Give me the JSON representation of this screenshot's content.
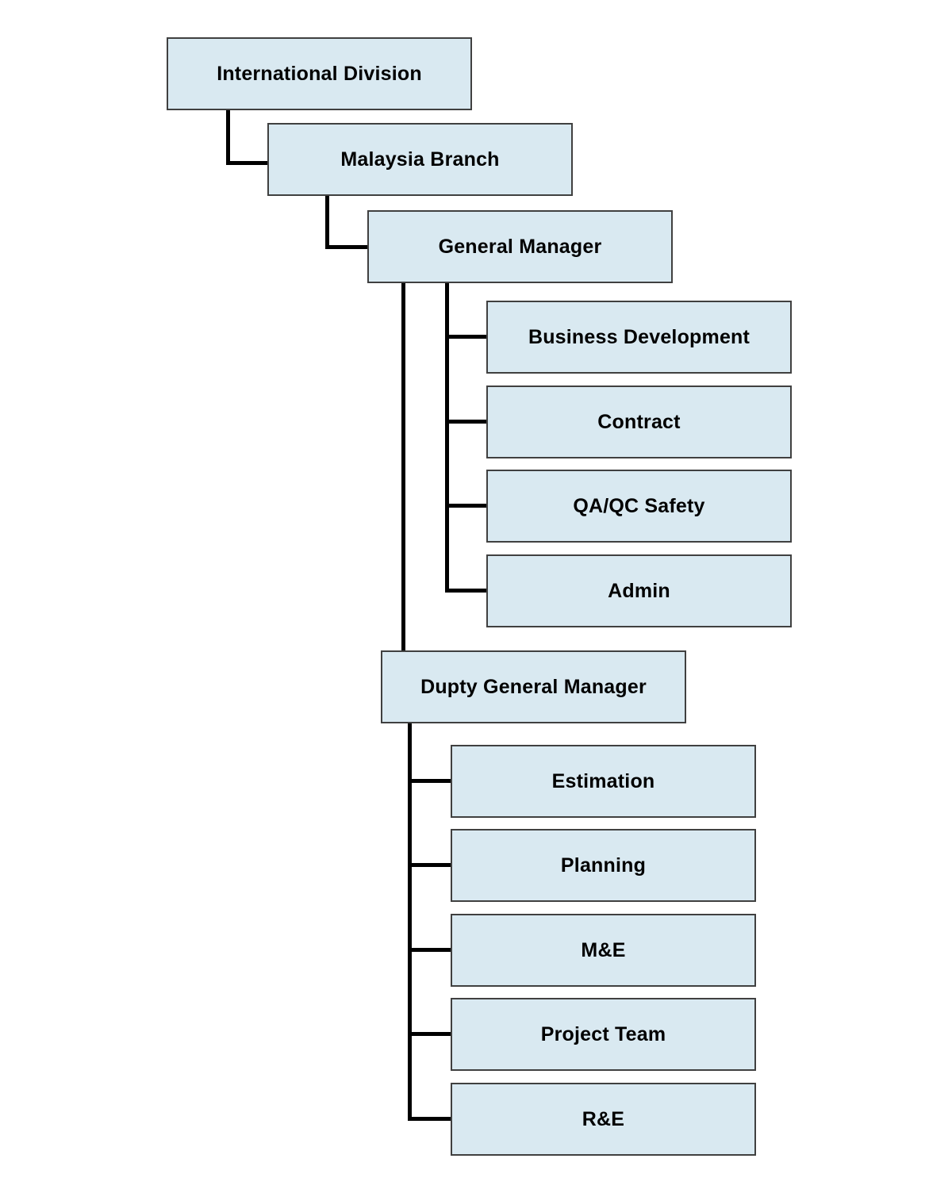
{
  "colors": {
    "background": "#ffffff",
    "node_fill": "#d9e9f1",
    "node_border": "#404040",
    "connector": "#000000",
    "text": "#000000"
  },
  "nodes": {
    "international_division": "International Division",
    "malaysia_branch": "Malaysia Branch",
    "general_manager": "General Manager",
    "business_development": "Business Development",
    "contract": "Contract",
    "qaqc_safety": "QA/QC Safety",
    "admin": "Admin",
    "deputy_general_manager": "Dupty General Manager",
    "estimation": "Estimation",
    "planning": "Planning",
    "me": "M&E",
    "project_team": "Project Team",
    "re": "R&E"
  },
  "hierarchy": {
    "root": "International Division",
    "edges": [
      {
        "from": "International Division",
        "to": "Malaysia Branch"
      },
      {
        "from": "Malaysia Branch",
        "to": "General Manager"
      },
      {
        "from": "General Manager",
        "to": "Business Development"
      },
      {
        "from": "General Manager",
        "to": "Contract"
      },
      {
        "from": "General Manager",
        "to": "QA/QC Safety"
      },
      {
        "from": "General Manager",
        "to": "Admin"
      },
      {
        "from": "General Manager",
        "to": "Dupty General Manager"
      },
      {
        "from": "Dupty General Manager",
        "to": "Estimation"
      },
      {
        "from": "Dupty General Manager",
        "to": "Planning"
      },
      {
        "from": "Dupty General Manager",
        "to": "M&E"
      },
      {
        "from": "Dupty General Manager",
        "to": "Project Team"
      },
      {
        "from": "Dupty General Manager",
        "to": "R&E"
      }
    ]
  }
}
